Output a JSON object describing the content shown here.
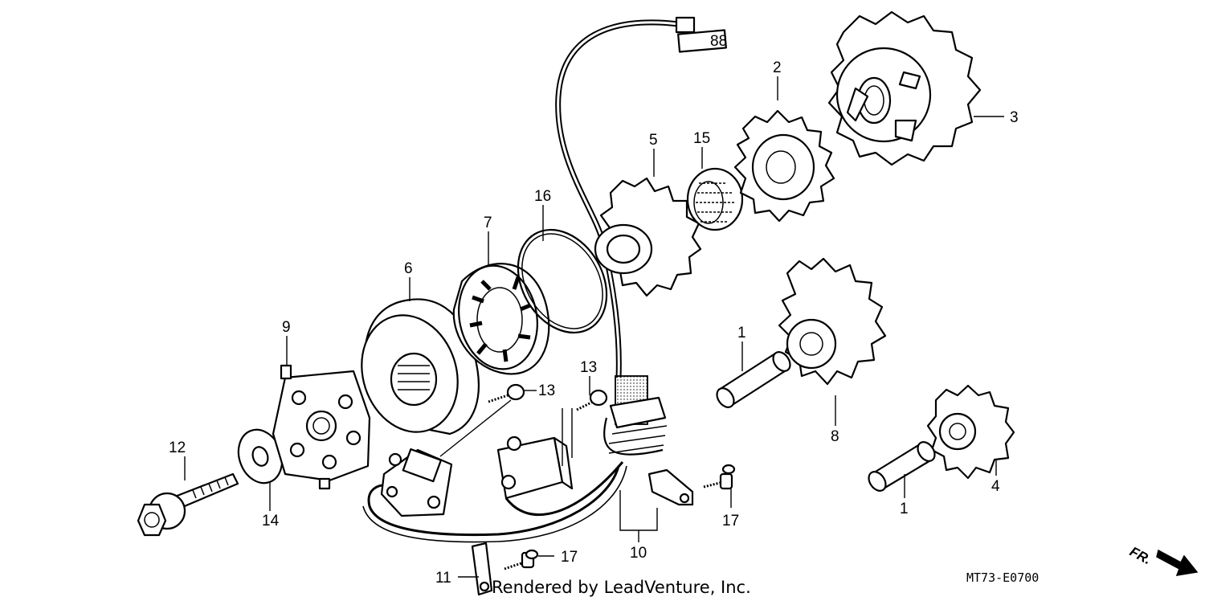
{
  "callouts": {
    "c1a": "1",
    "c1b": "1",
    "c2": "2",
    "c3": "3",
    "c4": "4",
    "c5": "5",
    "c6": "6",
    "c7": "7",
    "c8": "8",
    "c9": "9",
    "c10": "10",
    "c11": "11",
    "c12": "12",
    "c13a": "13",
    "c13b": "13",
    "c14": "14",
    "c15": "15",
    "c16": "16",
    "c17a": "17",
    "c17b": "17"
  },
  "diagram_code": "MT73-E0700",
  "credit": "Rendered by LeadVenture, Inc.",
  "direction_label": "FR.",
  "connector_label": "88"
}
